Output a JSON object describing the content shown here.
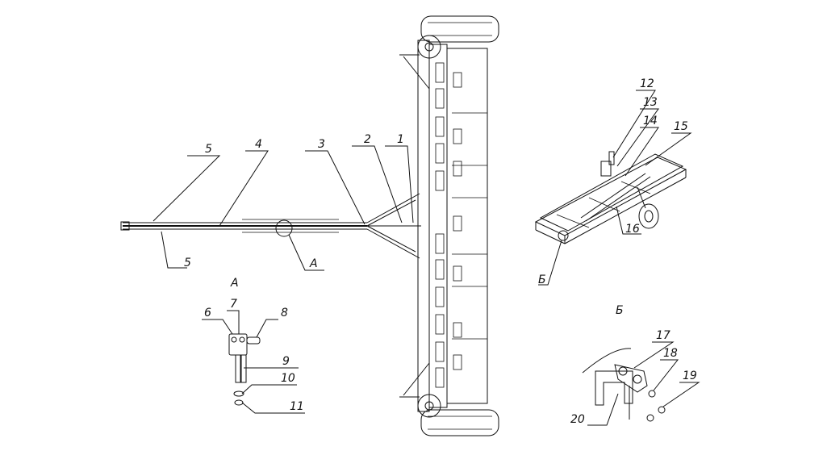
{
  "figure": {
    "type": "technical-assembly-drawing",
    "views": {
      "detail_a_title": "А",
      "detail_b_title": "Б",
      "callout_a": "А",
      "callout_b": "Б"
    },
    "callouts": [
      {
        "id": "c1",
        "text": "1"
      },
      {
        "id": "c2",
        "text": "2"
      },
      {
        "id": "c3",
        "text": "3"
      },
      {
        "id": "c4",
        "text": "4"
      },
      {
        "id": "c5a",
        "text": "5"
      },
      {
        "id": "c5b",
        "text": "5"
      },
      {
        "id": "c6",
        "text": "6"
      },
      {
        "id": "c7",
        "text": "7"
      },
      {
        "id": "c8",
        "text": "8"
      },
      {
        "id": "c9",
        "text": "9"
      },
      {
        "id": "c10",
        "text": "10"
      },
      {
        "id": "c11",
        "text": "11"
      },
      {
        "id": "c12",
        "text": "12"
      },
      {
        "id": "c13",
        "text": "13"
      },
      {
        "id": "c14",
        "text": "14"
      },
      {
        "id": "c15",
        "text": "15"
      },
      {
        "id": "c16",
        "text": "16"
      },
      {
        "id": "c17",
        "text": "17"
      },
      {
        "id": "c18",
        "text": "18"
      },
      {
        "id": "c19",
        "text": "19"
      },
      {
        "id": "c20",
        "text": "20"
      }
    ]
  }
}
